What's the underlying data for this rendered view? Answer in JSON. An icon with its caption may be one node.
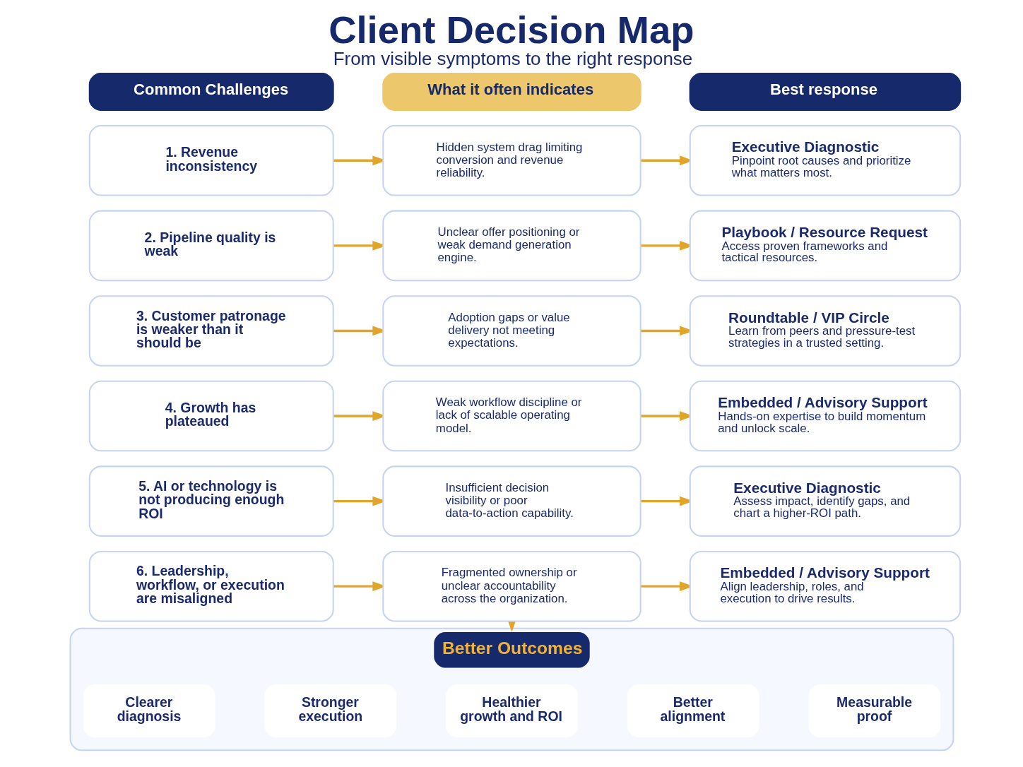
{
  "diagram": {
    "title": "Client Decision Map",
    "caption": "From visible symptoms to the right response",
    "nodes": [
      {
        "text": [
          "Common Challenges"
        ]
      },
      {
        "text": [
          "What it often indicates"
        ]
      },
      {
        "text": [
          "Best response"
        ]
      },
      {
        "text": [
          "1. Revenue inconsistency"
        ]
      },
      {
        "text": [
          "Hidden system drag limiting conversion and revenue reliability."
        ]
      },
      {
        "text": [
          "Executive Diagnostic",
          "Pinpoint root causes and prioritize what matters most."
        ]
      },
      {
        "text": [
          "2. Pipeline quality is weak"
        ]
      },
      {
        "text": [
          "Unclear offer positioning or weak demand generation engine."
        ]
      },
      {
        "text": [
          "Playbook / Resource Request",
          "Access proven frameworks and tactical resources."
        ]
      },
      {
        "text": [
          "3. Customer patronage is weaker than it should be"
        ]
      },
      {
        "text": [
          "Adoption gaps or value delivery not meeting expectations."
        ]
      },
      {
        "text": [
          "Roundtable / VIP Circle",
          "Learn from peers and pressure-test strategies in a trusted setting."
        ]
      },
      {
        "text": [
          "4. Growth has plateaued"
        ]
      },
      {
        "text": [
          "Weak workflow discipline or lack of scalable operating model."
        ]
      },
      {
        "text": [
          "Embedded / Advisory Support",
          "Hands-on expertise to build momentum and unlock scale."
        ]
      },
      {
        "text": [
          "5. AI or technology is not producing enough ROI"
        ]
      },
      {
        "text": [
          "Insufficient decision visibility or poor data-to-action capability."
        ]
      },
      {
        "text": [
          "Executive Diagnostic",
          "Assess impact, identify gaps, and chart a higher-ROI path."
        ]
      },
      {
        "text": [
          "6. Leadership, workflow, or execution are misaligned"
        ]
      },
      {
        "text": [
          "Fragmented ownership or unclear accountability across the organization."
        ]
      },
      {
        "text": [
          "Embedded / Advisory Support",
          "Align leadership, roles, and execution to drive results."
        ]
      },
      {
        "text": [
          "Better Outcomes"
        ]
      },
      {
        "text": [
          "Clearer diagnosis"
        ],
        "in": 21
      },
      {
        "text": [
          "Stronger execution"
        ],
        "in": 21
      },
      {
        "text": [
          "Healthier growth and ROI"
        ],
        "in": 21
      },
      {
        "text": [
          "Better alignment"
        ],
        "in": 21
      },
      {
        "text": [
          "Measurable proof"
        ],
        "in": 21
      }
    ],
    "edges": [
      {
        "from": 3,
        "to": 4,
        "arrow": "to"
      },
      {
        "from": 4,
        "to": 5,
        "arrow": "to"
      },
      {
        "from": 6,
        "to": 7,
        "arrow": "to"
      },
      {
        "from": 7,
        "to": 8,
        "arrow": "to"
      },
      {
        "from": 9,
        "to": 10,
        "arrow": "to"
      },
      {
        "from": 10,
        "to": 11,
        "arrow": "to"
      },
      {
        "from": 12,
        "to": 13,
        "arrow": "to"
      },
      {
        "from": 13,
        "to": 14,
        "arrow": "to"
      },
      {
        "from": 15,
        "to": 16,
        "arrow": "to"
      },
      {
        "from": 16,
        "to": 17,
        "arrow": "to"
      },
      {
        "from": 18,
        "to": 19,
        "arrow": "to"
      },
      {
        "from": 19,
        "to": 20,
        "arrow": "to"
      },
      {
        "from": 19,
        "to": 21,
        "arrow": "to"
      }
    ]
  }
}
